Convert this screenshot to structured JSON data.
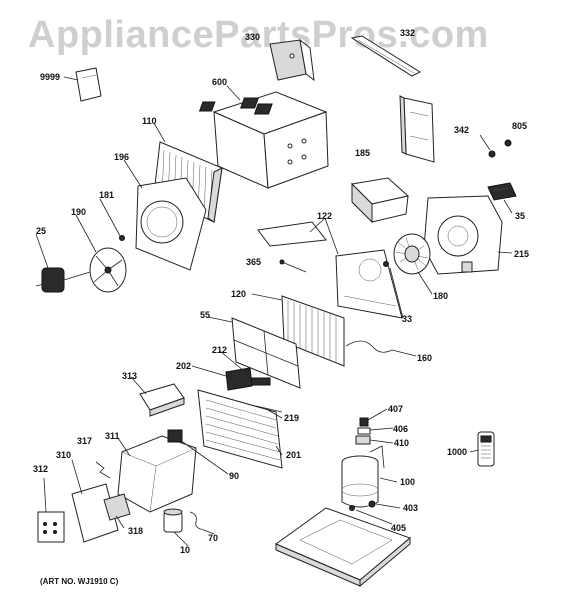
{
  "watermark": "AppliancePartsPros.com",
  "footer_note": "(ART NO. WJ1910 C)",
  "callouts": {
    "c9999": "9999",
    "c330": "330",
    "c332": "332",
    "c600": "600",
    "c342": "342",
    "c805": "805",
    "c110": "110",
    "c185": "185",
    "c196": "196",
    "c181": "181",
    "c190": "190",
    "c35": "35",
    "c25": "25",
    "c122": "122",
    "c215": "215",
    "c365": "365",
    "c180": "180",
    "c120": "120",
    "c55": "55",
    "c33": "33",
    "c212": "212",
    "c160": "160",
    "c202": "202",
    "c313": "313",
    "c219": "219",
    "c407": "407",
    "c406": "406",
    "c317": "317",
    "c311": "311",
    "c410": "410",
    "c1000": "1000",
    "c201": "201",
    "c310": "310",
    "c90": "90",
    "c100": "100",
    "c312": "312",
    "c403": "403",
    "c318": "318",
    "c70": "70",
    "c405": "405",
    "c10": "10"
  }
}
